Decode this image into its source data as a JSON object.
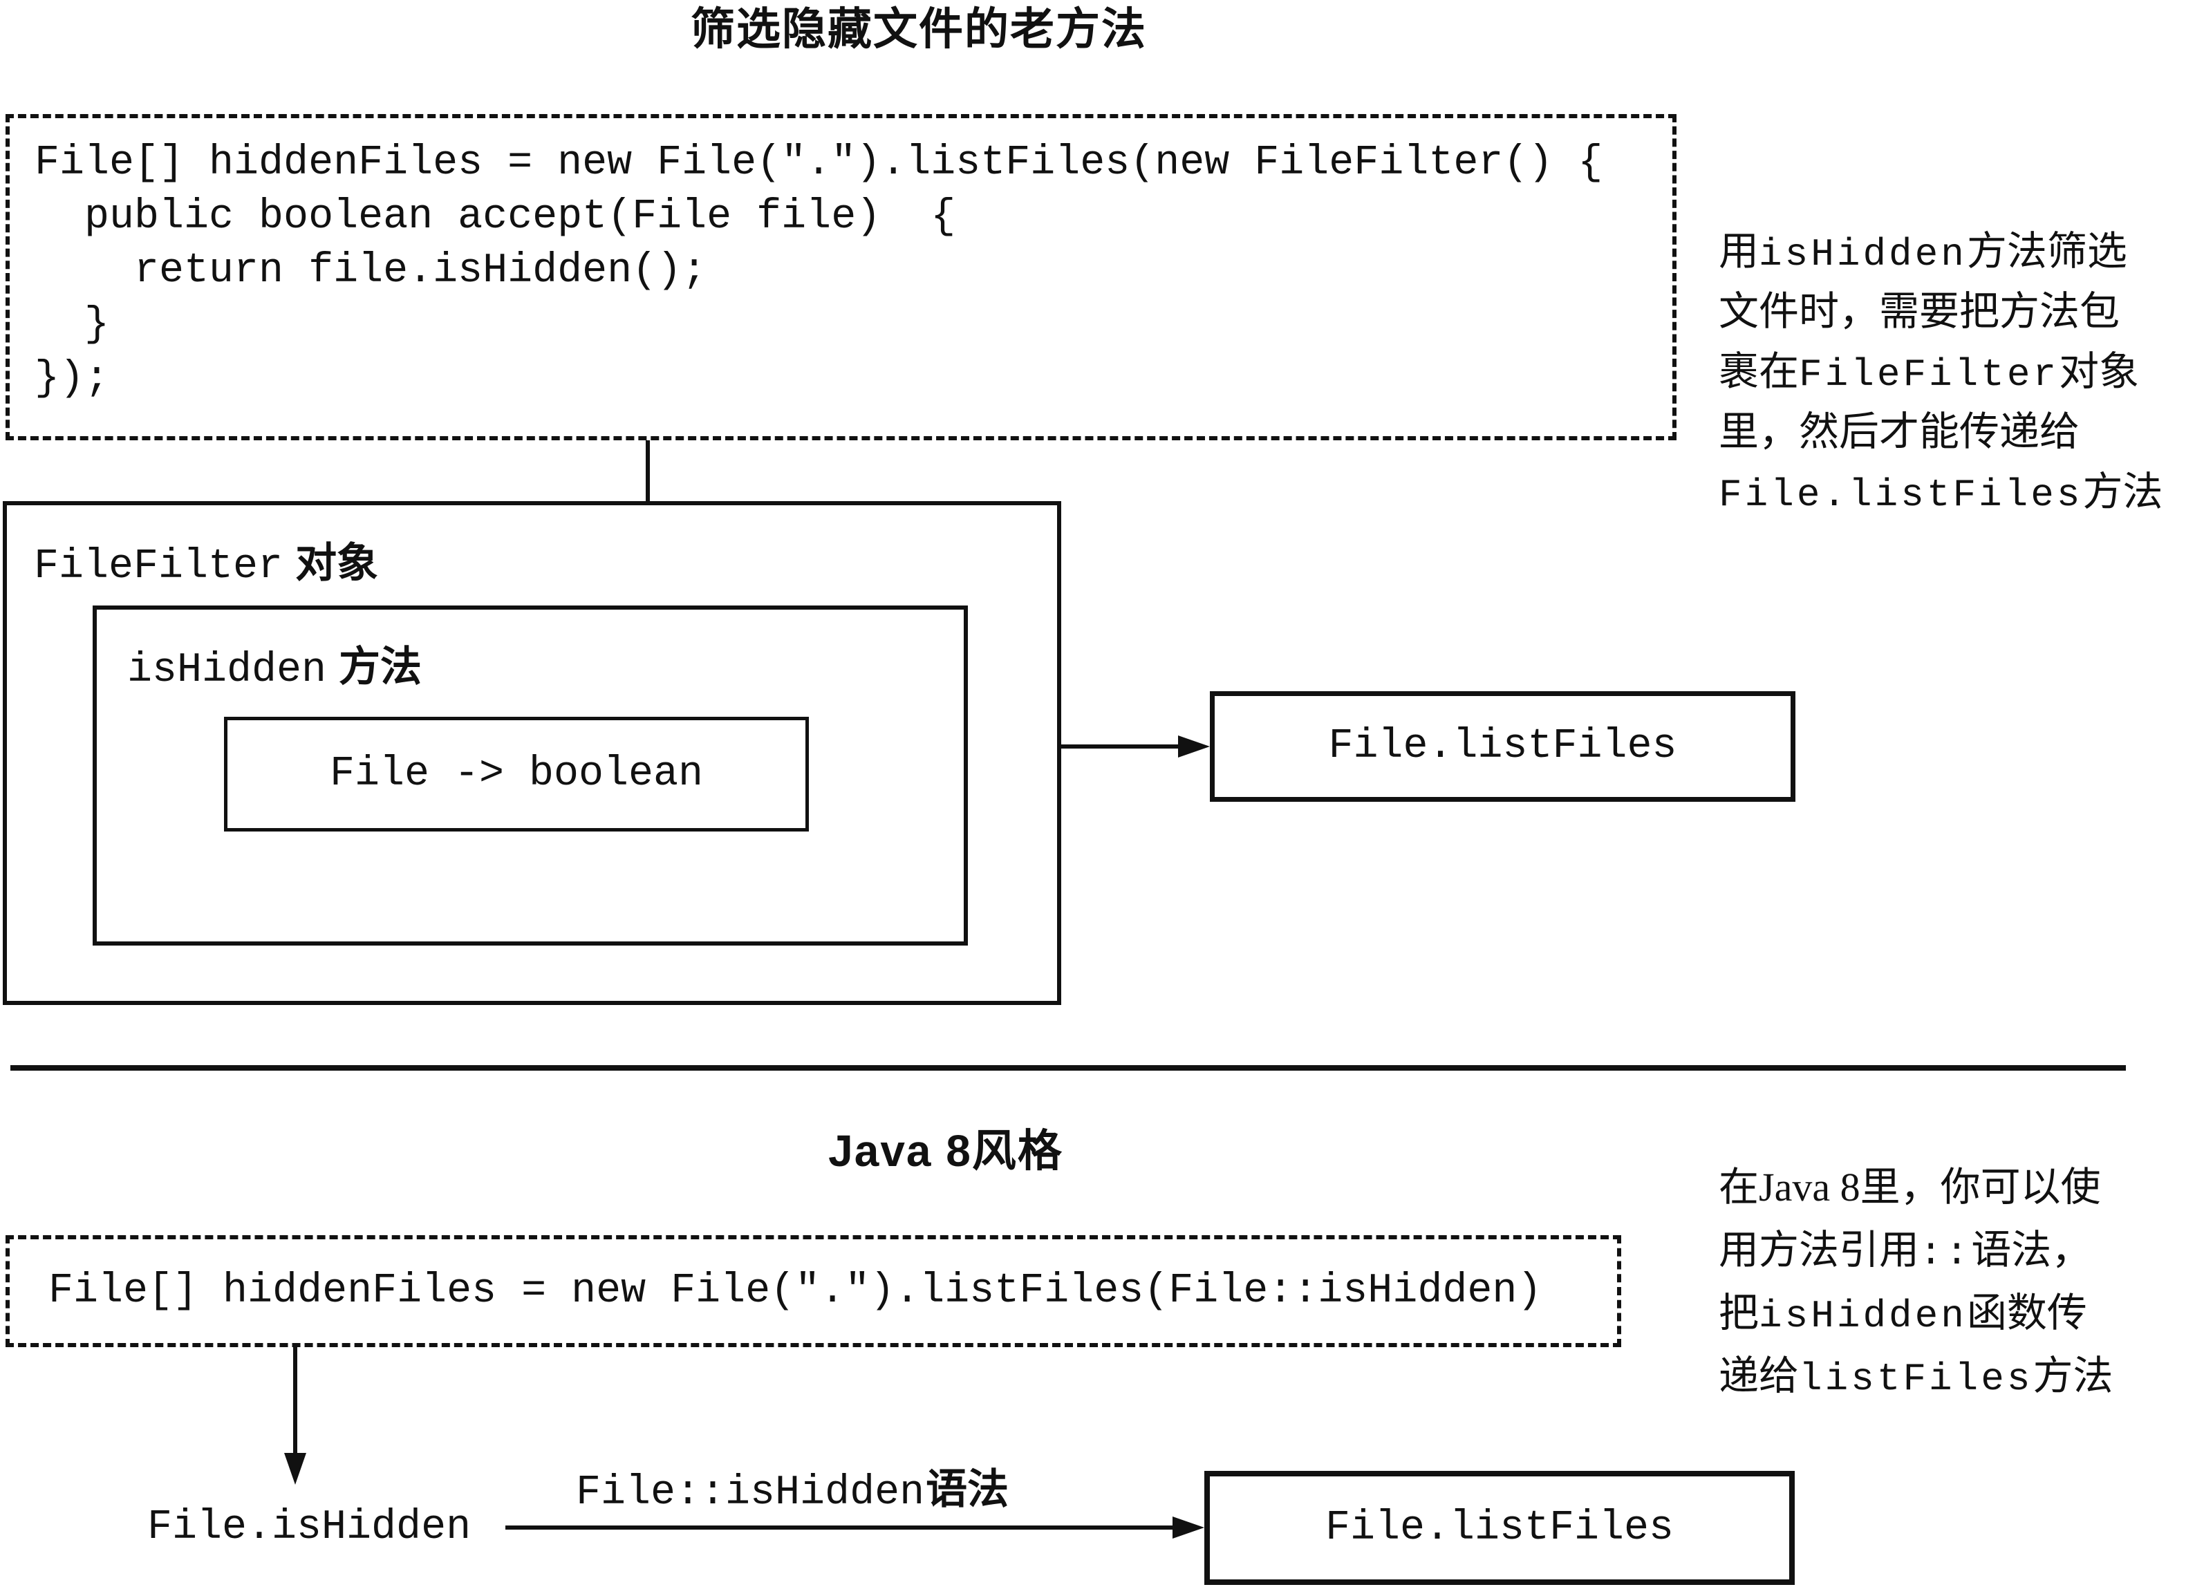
{
  "page": {
    "background": "#ffffff",
    "ink": "#111111"
  },
  "old_way": {
    "title": "筛选隐藏文件的老方法",
    "code_lines": [
      "File[] hiddenFiles = new File(\".\").listFiles(new FileFilter() {",
      "  public boolean accept(File file)  {",
      "    return file.isHidden();",
      "  }",
      "});"
    ],
    "annotation_rich": [
      [
        {
          "f": "c",
          "t": "用"
        },
        {
          "f": "m",
          "t": "isHidden"
        },
        {
          "f": "c",
          "t": "方法筛选"
        }
      ],
      [
        {
          "f": "c",
          "t": "文件时，需要把方法包"
        }
      ],
      [
        {
          "f": "c",
          "t": "裹在"
        },
        {
          "f": "m",
          "t": "FileFilter"
        },
        {
          "f": "c",
          "t": "对象"
        }
      ],
      [
        {
          "f": "c",
          "t": "里，然后才能传递给"
        }
      ],
      [
        {
          "f": "m",
          "t": "File.listFiles"
        },
        {
          "f": "c",
          "t": "方法"
        }
      ]
    ],
    "filefilter_label": {
      "code": "FileFilter",
      "cn": "对象"
    },
    "ishidden_label": {
      "code": "isHidden",
      "cn": "方法"
    },
    "lambda_box_text": "File -> boolean",
    "listfiles_box_text": "File.listFiles"
  },
  "java8": {
    "title": "Java 8风格",
    "code_line": "File[] hiddenFiles = new File(\".\").listFiles(File::isHidden)",
    "annotation_rich": [
      [
        {
          "f": "c",
          "t": "在"
        },
        {
          "f": "s",
          "t": "Java 8"
        },
        {
          "f": "c",
          "t": "里，你可以使"
        }
      ],
      [
        {
          "f": "c",
          "t": "用方法引用"
        },
        {
          "f": "m",
          "t": "::"
        },
        {
          "f": "c",
          "t": "语法，"
        }
      ],
      [
        {
          "f": "c",
          "t": "把"
        },
        {
          "f": "m",
          "t": "isHidden"
        },
        {
          "f": "c",
          "t": "函数传"
        }
      ],
      [
        {
          "f": "c",
          "t": "递给"
        },
        {
          "f": "m",
          "t": "listFiles"
        },
        {
          "f": "c",
          "t": "方法"
        }
      ]
    ],
    "method_reference_text": "File.isHidden",
    "syntax_label": {
      "code": "File::isHidden",
      "cn": "语法"
    },
    "listfiles_box_text": "File.listFiles"
  }
}
